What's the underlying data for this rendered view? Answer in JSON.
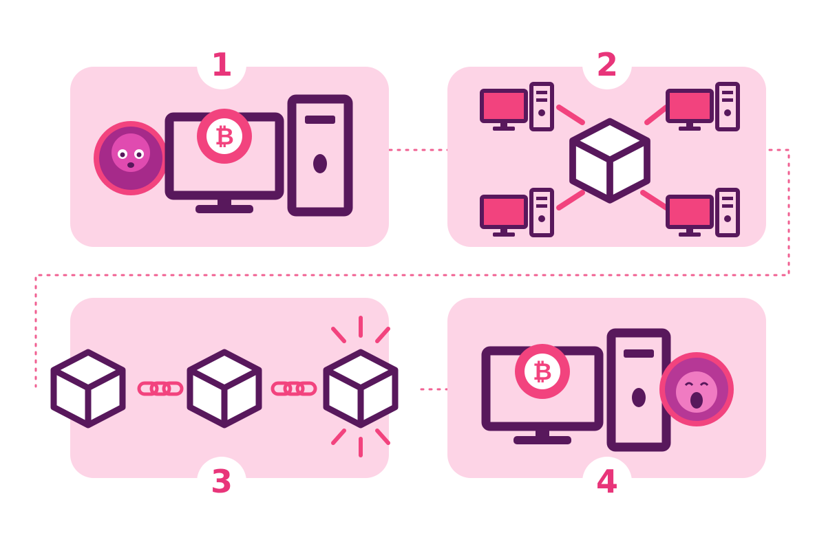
{
  "steps": [
    {
      "number": "1"
    },
    {
      "number": "2"
    },
    {
      "number": "3"
    },
    {
      "number": "4"
    }
  ],
  "icons": {
    "coin_symbol": "₿"
  },
  "colors": {
    "panel": "#fdd4e6",
    "panel_border": "#ffffff",
    "badge_fill": "#ffffff",
    "badge_text": "#e8357a",
    "dark": "#58185c",
    "accent": "#f2437e",
    "cube_fill": "#ffffff",
    "connector": "#f06092"
  }
}
